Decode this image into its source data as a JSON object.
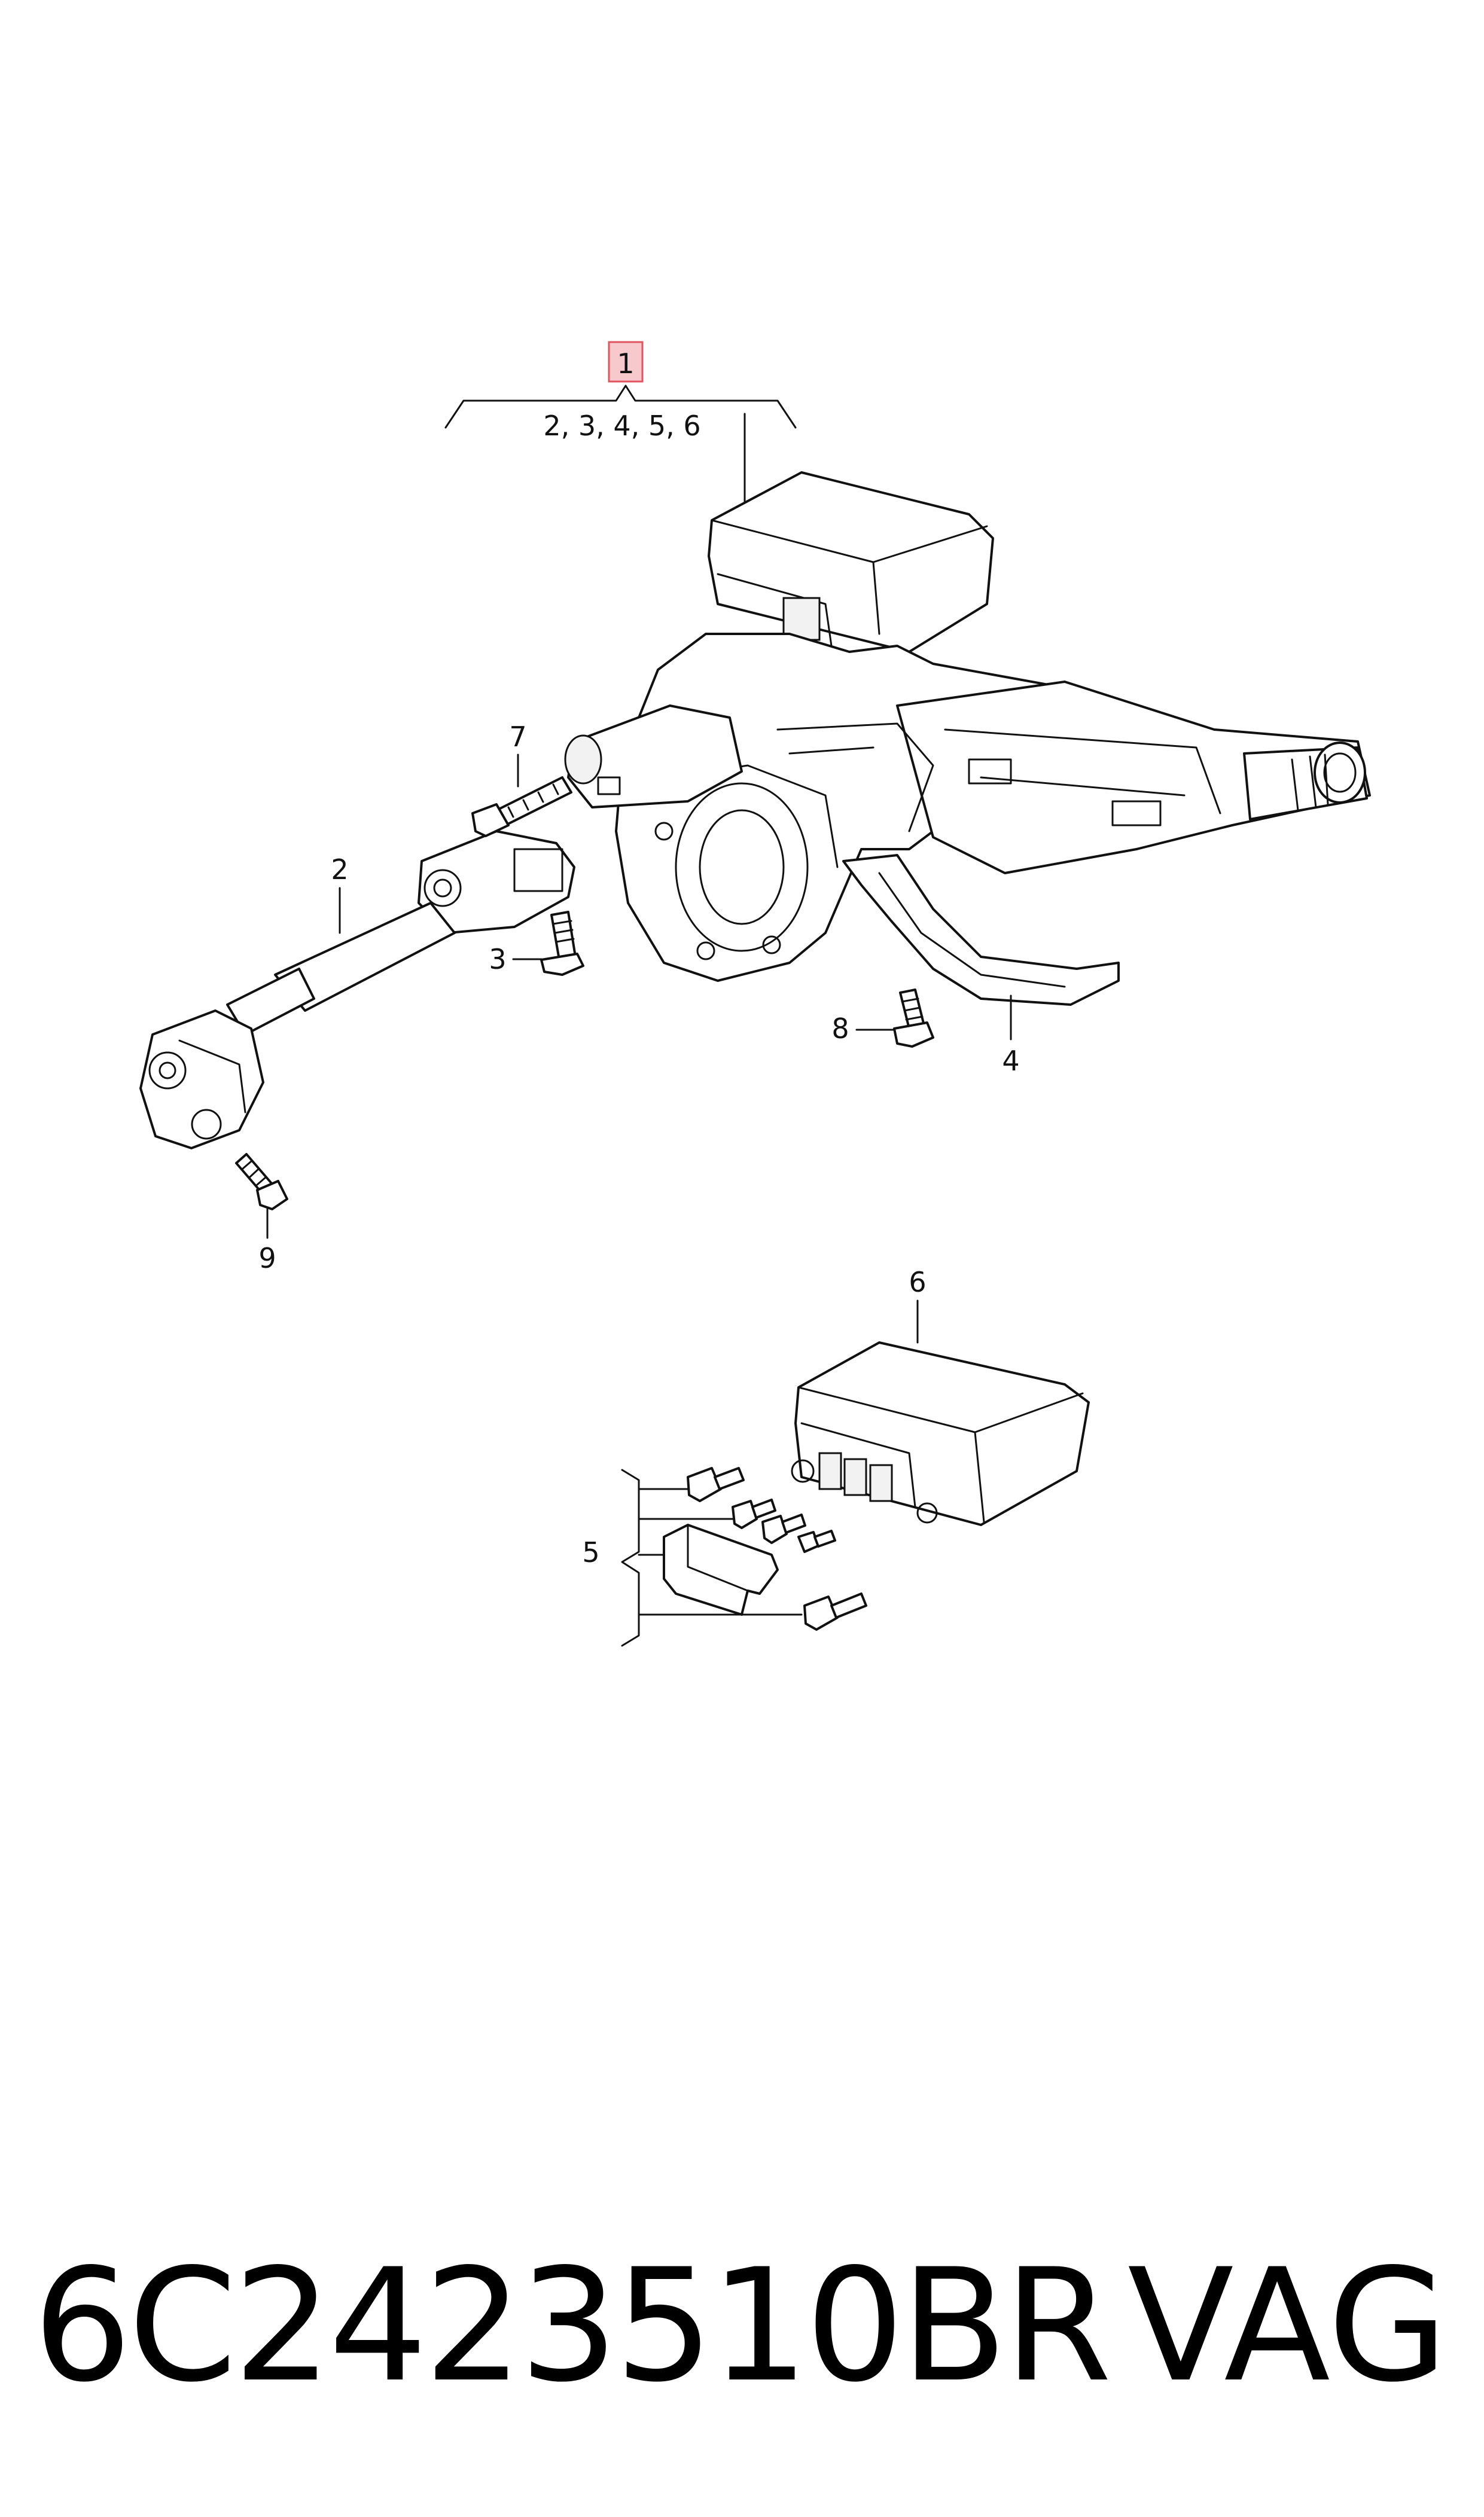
{
  "callouts": {
    "assembly": "1",
    "assembly_contents": "2, 3, 4, 5, 6",
    "c2": "2",
    "c3": "3",
    "c4": "4",
    "c5": "5",
    "c6": "6",
    "c7": "7",
    "c8": "8",
    "c9": "9"
  },
  "highlight_color": "#f7c9cc",
  "highlight_border": "#e05560",
  "footer": {
    "part_number": "6C2423510BR",
    "brand": "VAG"
  }
}
